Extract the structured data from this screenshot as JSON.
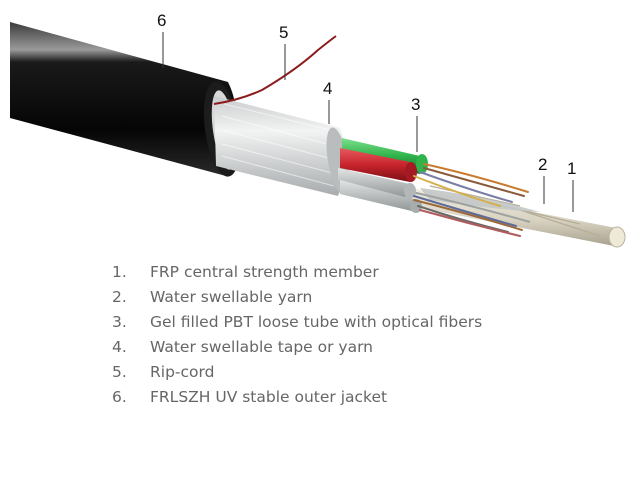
{
  "callouts": [
    {
      "number": "6"
    },
    {
      "number": "5"
    },
    {
      "number": "4"
    },
    {
      "number": "3"
    },
    {
      "number": "2"
    },
    {
      "number": "1"
    }
  ],
  "legend": [
    {
      "num": "1.",
      "text": "FRP central strength member"
    },
    {
      "num": "2.",
      "text": "Water swellable yarn"
    },
    {
      "num": "3.",
      "text": "Gel filled PBT loose tube with optical fibers"
    },
    {
      "num": "4.",
      "text": "Water swellable tape or yarn"
    },
    {
      "num": "5.",
      "text": "Rip-cord"
    },
    {
      "num": "6.",
      "text": "FRLSZH UV stable outer jacket"
    }
  ],
  "colors": {
    "jacket": "#0c0c0c",
    "tape": "#dcdfe0",
    "tube_red": "#c8232b",
    "tube_green": "#2fb34a",
    "rip_cord": "#8c1c1c",
    "strength_member": "#e8e4d6"
  }
}
